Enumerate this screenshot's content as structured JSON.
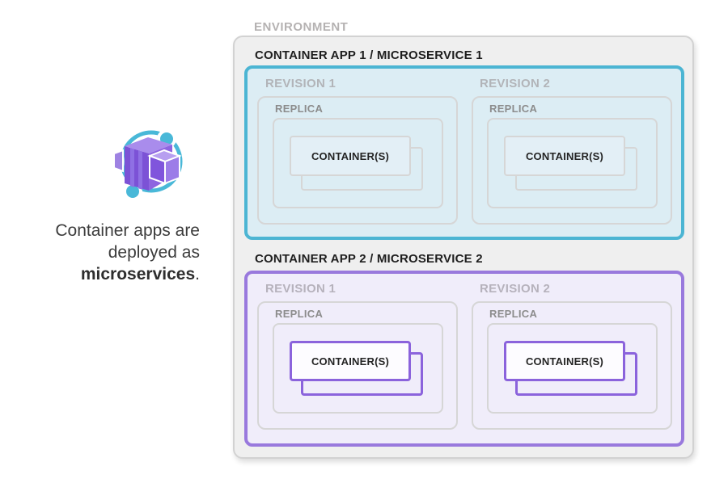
{
  "intro": {
    "icon": "azure-container-apps-icon",
    "caption_line_1": "Container apps are",
    "caption_line_2": "deployed as",
    "caption_bold": "microservices",
    "caption_suffix": "."
  },
  "icon_colors": {
    "orbit": "#49b8d8",
    "box_front": "#7c52d6",
    "box_top": "#a98cec",
    "box_side": "#8e65e0"
  },
  "environment": {
    "label": "ENVIRONMENT",
    "colors": {
      "fill": "#efefef",
      "border": "#d2d2d2"
    },
    "apps": [
      {
        "title": "CONTAINER APP 1 / MICROSERVICE 1",
        "colors": {
          "accent": "#4cb5d3",
          "fill": "#dcedf4",
          "inner_border": "#d6d6d6",
          "container_border": "#d6d6d6",
          "container_fill": "#e3eff6"
        },
        "revisions": [
          {
            "label": "REVISION 1",
            "replica": {
              "label": "REPLICA",
              "containers": "CONTAINER(S)"
            }
          },
          {
            "label": "REVISION 2",
            "replica": {
              "label": "REPLICA",
              "containers": "CONTAINER(S)"
            }
          }
        ]
      },
      {
        "title": "CONTAINER APP 2 / MICROSERVICE 2",
        "colors": {
          "accent": "#9979dd",
          "fill": "#f0edfa",
          "inner_border": "#d6d6d6",
          "container_border": "#8b63dc",
          "container_fill": "#fdfcff"
        },
        "revisions": [
          {
            "label": "REVISION 1",
            "replica": {
              "label": "REPLICA",
              "containers": "CONTAINER(S)"
            }
          },
          {
            "label": "REVISION 2",
            "replica": {
              "label": "REPLICA",
              "containers": "CONTAINER(S)"
            }
          }
        ]
      }
    ]
  }
}
